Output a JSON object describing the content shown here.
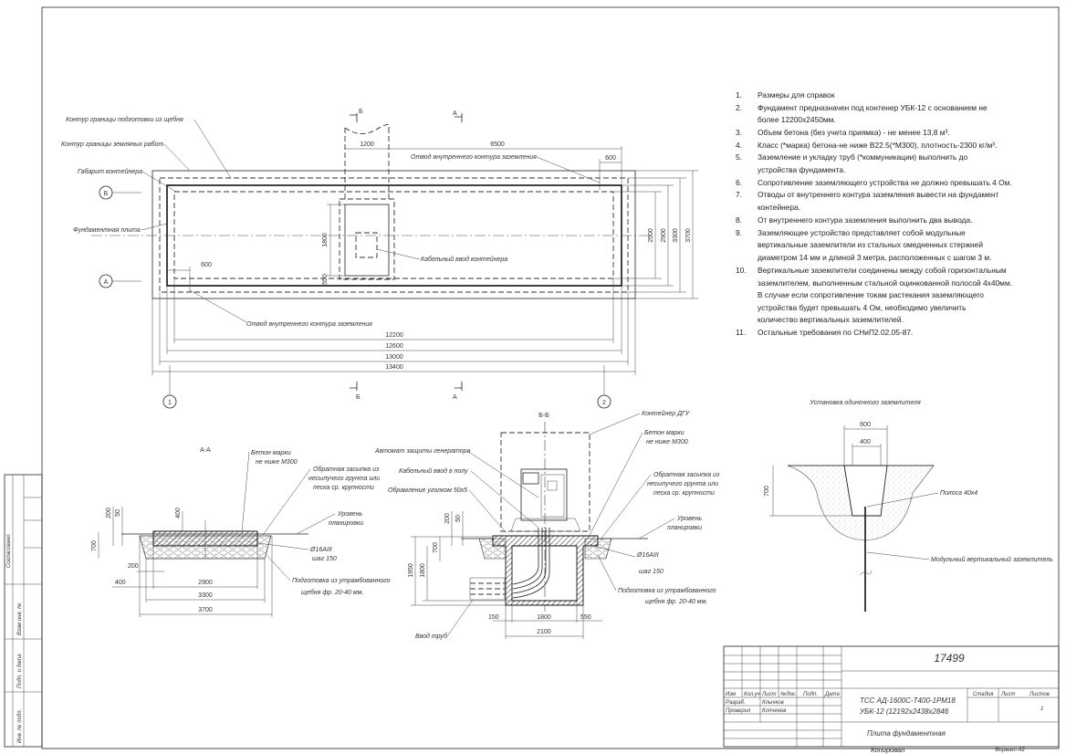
{
  "plan": {
    "labels": {
      "gravel_contour": "Контур границы подготовки из щебня",
      "earthwork_contour": "Контур границы земляных работ",
      "container_envelope": "Габарит контейнера",
      "foundation_slab": "Фундаментная плита",
      "ground_tap_top": "Отвод внутреннего контура заземления",
      "ground_tap_bottom": "Отвод внутреннего контура заземления",
      "cable_entry": "Кабельный ввод контейнера"
    },
    "axes": {
      "b": "Б",
      "a": "А",
      "one": "1",
      "two": "2"
    },
    "section_marks": {
      "b_top": "Б",
      "a_top": "А",
      "b_bottom": "Б",
      "a_bottom": "А"
    },
    "dims": {
      "d1200": "1200",
      "d6500": "6500",
      "d600_top": "600",
      "d600_left": "600",
      "d1800": "1800",
      "d550": "550",
      "d2500": "2500",
      "d2900": "2900",
      "d3300": "3300",
      "d3700": "3700",
      "d12200": "12200",
      "d12600": "12600",
      "d13000": "13000",
      "d13400": "13400"
    }
  },
  "section_aa": {
    "title": "А-А",
    "concrete": [
      "Бетон марки",
      "не ниже М300"
    ],
    "backfill": [
      "Обратная засыпка из",
      "несыпучего грунта или",
      "песка ср. крупности"
    ],
    "grade": [
      "Уровень",
      "планировки"
    ],
    "rebar": [
      "Ø16АIII",
      "шаг 150"
    ],
    "gravel": [
      "Подготовка из утрамбованного",
      "щебня фр. 20-40 мм."
    ],
    "dims": {
      "d200a": "200",
      "d50": "50",
      "d400top": "400",
      "d700": "700",
      "d200": "200",
      "d400": "400",
      "d2900": "2900",
      "d3300": "3300",
      "d3700": "3700"
    }
  },
  "section_bb": {
    "title": "Б-Б",
    "container": "Контейнер ДГУ",
    "breaker": "Автомат защиты генератора",
    "floor_entry": "Кабельный ввод в полу",
    "angle_frame": "Обрамление уголком 50х5",
    "concrete": [
      "Бетон марки",
      "не ниже М300"
    ],
    "backfill": [
      "Обратная засыпка из",
      "несыпучего грунта или",
      "песка ср. крупности"
    ],
    "grade": [
      "Уровень",
      "планировки"
    ],
    "rebar": [
      "Ø16АIII",
      "шаг 150"
    ],
    "gravel": [
      "Подготовка из утрамбованного",
      "щебня фр. 20-40 мм."
    ],
    "pipe_entry": "Ввод труб",
    "dims": {
      "d200": "200",
      "d50": "50",
      "d700": "700",
      "d1950": "1950",
      "d1800v": "1800",
      "d150": "150",
      "d1800": "1800",
      "d550": "550",
      "d2100": "2100"
    }
  },
  "grounding": {
    "title": "Установка одиночного заземлителя",
    "strip": "Полоса 40х4",
    "rod": "Модульный вертикальный заземлитель",
    "dims": {
      "d600": "600",
      "d400": "400",
      "d700": "700"
    }
  },
  "notes": [
    {
      "num": "1.",
      "lines": [
        "Размеры для справок"
      ]
    },
    {
      "num": "2.",
      "lines": [
        "Фундамент предназначен под контенер УБК-12 с основанием не",
        "более 12200х2450мм."
      ]
    },
    {
      "num": "3.",
      "lines": [
        "Объем бетона (без учета приямка) - не менее 13,8 м³."
      ]
    },
    {
      "num": "4.",
      "lines": [
        "Класс (*марка) бетона-не ниже В22.5(*М300), плотность-2300 кг/м³."
      ]
    },
    {
      "num": "5.",
      "lines": [
        "Заземление и укладку труб (*коммуникации) выполнить до",
        "устройства фундамента."
      ]
    },
    {
      "num": "6.",
      "lines": [
        "Сопротивление заземляющего устройства не должно превышать 4 Ом."
      ]
    },
    {
      "num": "7.",
      "lines": [
        "Отводы от внутреннего контура заземления вывести на фундамент",
        "контейнера."
      ]
    },
    {
      "num": "8.",
      "lines": [
        "От внутреннего контура заземления выполнить два вывода."
      ]
    },
    {
      "num": "9.",
      "lines": [
        "Заземляющее устройство представляет собой модульные",
        "вертикальные заземлители из стальных омедненных стержней",
        "диаметром 14 мм и длиной 3 метра, расположенных с шагом 3 м."
      ]
    },
    {
      "num": "10.",
      "lines": [
        "Вертикальные заземлители соединены между собой горизонтальным",
        "заземлителем, выполненным стальной оцинкованной полосой 4х40мм.",
        "В случае если сопротивление токам растекания заземляющего",
        "устройства будет превышать 4 Ом, необходимо увеличить",
        "количество вертикальных заземлителей."
      ]
    },
    {
      "num": "11.",
      "lines": [
        "Остальные требования по СНиП2.02.05-87."
      ]
    }
  ],
  "title_block": {
    "doc_number": "17499",
    "headers": [
      "Изм",
      "Кол.уч",
      "Лист",
      "№док.",
      "Подп.",
      "Дата"
    ],
    "developed_label": "Разраб.",
    "developed_name": "Клычков",
    "checked_label": "Проверил",
    "checked_name": "Копченов",
    "product": [
      "ТСС АД-1600С-Т400-1РМ18",
      "УБК-12 (12192х2438х2846"
    ],
    "stage_label": "Стадия",
    "sheet_label": "Лист",
    "sheets_label": "Листов",
    "sheets_value": "1",
    "drawing_title": "Плита фундаментная",
    "copied": "Копировал",
    "format": "Формат А2"
  },
  "side_stamp": {
    "agreed": "Согласовано",
    "replaced_inv": "Взам инв. №",
    "sign_date": "Подп. и дата",
    "inv_orig": "Инв. № подл."
  }
}
